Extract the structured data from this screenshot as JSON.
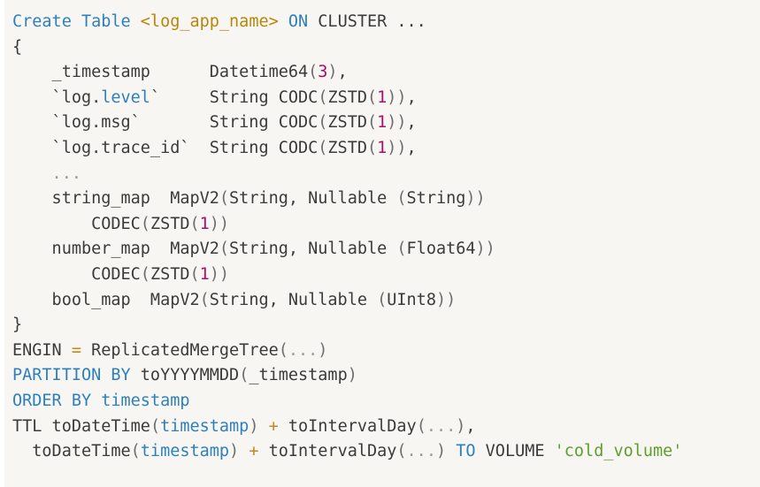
{
  "document": {
    "kind": "code-snippet",
    "language": "sql",
    "dialect": "ClickHouse DDL",
    "background_color": "#f7f6f2",
    "default_text_color": "#3b3b3b",
    "palette": {
      "keyword": "#2e80bd",
      "identifier": "#2e80bd",
      "placeholder": "#b8860b",
      "operator": "#c8861a",
      "number": "#aa0f63",
      "string": "#5f9e2f",
      "punctuation": "#6e6e6e",
      "dim": "#9a9a9a"
    },
    "plain_text": "Create Table <log_app_name> ON CLUSTER ...\n{\n    _timestamp      Datetime64(3),\n    `log.level`     String CODC(ZSTD(1)),\n    `log.msg`       String CODC(ZSTD(1)),\n    `log.trace_id`  String CODC(ZSTD(1)),\n    ...\n    string_map  MapV2(String, Nullable (String))\n        CODEC(ZSTD(1))\n    number_map  MapV2(String, Nullable (Float64))\n        CODEC(ZSTD(1))\n    bool_map  MapV2(String, Nullable (UInt8))\n}\nENGIN = ReplicatedMergeTree(...)\nPARTITION BY toYYYYMMDD(_timestamp)\nORDER BY timestamp\nTTL toDateTime(timestamp) + toIntervalDay(...),\n  toDateTime(timestamp) + toIntervalDay(...) TO VOLUME 'cold_volume'",
    "lines": [
      {
        "index": 0,
        "tokens": [
          {
            "t": "Create Table ",
            "c": "keyword"
          },
          {
            "t": "<log_app_name>",
            "c": "placeholder"
          },
          {
            "t": " ",
            "c": "plain"
          },
          {
            "t": "ON",
            "c": "keyword"
          },
          {
            "t": " CLUSTER ...",
            "c": "plain"
          }
        ]
      },
      {
        "index": 1,
        "tokens": [
          {
            "t": "{",
            "c": "plain"
          }
        ]
      },
      {
        "index": 2,
        "tokens": [
          {
            "t": "    _timestamp      Datetime64",
            "c": "plain"
          },
          {
            "t": "(",
            "c": "punct"
          },
          {
            "t": "3",
            "c": "number"
          },
          {
            "t": ")",
            "c": "punct"
          },
          {
            "t": ",",
            "c": "plain"
          }
        ]
      },
      {
        "index": 3,
        "tokens": [
          {
            "t": "    `log.",
            "c": "plain"
          },
          {
            "t": "level",
            "c": "ident"
          },
          {
            "t": "`     String CODC",
            "c": "plain"
          },
          {
            "t": "(",
            "c": "punct"
          },
          {
            "t": "ZSTD",
            "c": "plain"
          },
          {
            "t": "(",
            "c": "punct"
          },
          {
            "t": "1",
            "c": "number"
          },
          {
            "t": "))",
            "c": "punct"
          },
          {
            "t": ",",
            "c": "plain"
          }
        ]
      },
      {
        "index": 4,
        "tokens": [
          {
            "t": "    `log.msg`       String CODC",
            "c": "plain"
          },
          {
            "t": "(",
            "c": "punct"
          },
          {
            "t": "ZSTD",
            "c": "plain"
          },
          {
            "t": "(",
            "c": "punct"
          },
          {
            "t": "1",
            "c": "number"
          },
          {
            "t": "))",
            "c": "punct"
          },
          {
            "t": ",",
            "c": "plain"
          }
        ]
      },
      {
        "index": 5,
        "tokens": [
          {
            "t": "    `log.trace_id`  String CODC",
            "c": "plain"
          },
          {
            "t": "(",
            "c": "punct"
          },
          {
            "t": "ZSTD",
            "c": "plain"
          },
          {
            "t": "(",
            "c": "punct"
          },
          {
            "t": "1",
            "c": "number"
          },
          {
            "t": "))",
            "c": "punct"
          },
          {
            "t": ",",
            "c": "plain"
          }
        ]
      },
      {
        "index": 6,
        "tokens": [
          {
            "t": "    ...",
            "c": "dim"
          }
        ]
      },
      {
        "index": 7,
        "tokens": [
          {
            "t": "    string_map  MapV2",
            "c": "plain"
          },
          {
            "t": "(",
            "c": "punct"
          },
          {
            "t": "String, Nullable ",
            "c": "plain"
          },
          {
            "t": "(",
            "c": "punct"
          },
          {
            "t": "String",
            "c": "plain"
          },
          {
            "t": "))",
            "c": "punct"
          }
        ]
      },
      {
        "index": 8,
        "tokens": [
          {
            "t": "        CODEC",
            "c": "plain"
          },
          {
            "t": "(",
            "c": "punct"
          },
          {
            "t": "ZSTD",
            "c": "plain"
          },
          {
            "t": "(",
            "c": "punct"
          },
          {
            "t": "1",
            "c": "number"
          },
          {
            "t": "))",
            "c": "punct"
          }
        ]
      },
      {
        "index": 9,
        "tokens": [
          {
            "t": "    number_map  MapV2",
            "c": "plain"
          },
          {
            "t": "(",
            "c": "punct"
          },
          {
            "t": "String, Nullable ",
            "c": "plain"
          },
          {
            "t": "(",
            "c": "punct"
          },
          {
            "t": "Float64",
            "c": "plain"
          },
          {
            "t": "))",
            "c": "punct"
          }
        ]
      },
      {
        "index": 10,
        "tokens": [
          {
            "t": "        CODEC",
            "c": "plain"
          },
          {
            "t": "(",
            "c": "punct"
          },
          {
            "t": "ZSTD",
            "c": "plain"
          },
          {
            "t": "(",
            "c": "punct"
          },
          {
            "t": "1",
            "c": "number"
          },
          {
            "t": "))",
            "c": "punct"
          }
        ]
      },
      {
        "index": 11,
        "tokens": [
          {
            "t": "    bool_map  MapV2",
            "c": "plain"
          },
          {
            "t": "(",
            "c": "punct"
          },
          {
            "t": "String, Nullable ",
            "c": "plain"
          },
          {
            "t": "(",
            "c": "punct"
          },
          {
            "t": "UInt8",
            "c": "plain"
          },
          {
            "t": "))",
            "c": "punct"
          }
        ]
      },
      {
        "index": 12,
        "tokens": [
          {
            "t": "}",
            "c": "plain"
          }
        ]
      },
      {
        "index": 13,
        "tokens": [
          {
            "t": "ENGIN ",
            "c": "plain"
          },
          {
            "t": "=",
            "c": "operator"
          },
          {
            "t": " ReplicatedMergeTree",
            "c": "plain"
          },
          {
            "t": "(",
            "c": "punct"
          },
          {
            "t": "...",
            "c": "dim"
          },
          {
            "t": ")",
            "c": "punct"
          }
        ]
      },
      {
        "index": 14,
        "tokens": [
          {
            "t": "PARTITION BY",
            "c": "keyword"
          },
          {
            "t": " toYYYYMMDD",
            "c": "plain"
          },
          {
            "t": "(",
            "c": "punct"
          },
          {
            "t": "_timestamp",
            "c": "plain"
          },
          {
            "t": ")",
            "c": "punct"
          }
        ]
      },
      {
        "index": 15,
        "tokens": [
          {
            "t": "ORDER BY",
            "c": "keyword"
          },
          {
            "t": " ",
            "c": "plain"
          },
          {
            "t": "timestamp",
            "c": "ident"
          }
        ]
      },
      {
        "index": 16,
        "tokens": [
          {
            "t": "TTL toDateTime",
            "c": "plain"
          },
          {
            "t": "(",
            "c": "punct"
          },
          {
            "t": "timestamp",
            "c": "ident"
          },
          {
            "t": ")",
            "c": "punct"
          },
          {
            "t": " ",
            "c": "plain"
          },
          {
            "t": "+",
            "c": "operator"
          },
          {
            "t": " toIntervalDay",
            "c": "plain"
          },
          {
            "t": "(",
            "c": "punct"
          },
          {
            "t": "...",
            "c": "dim"
          },
          {
            "t": ")",
            "c": "punct"
          },
          {
            "t": ",",
            "c": "plain"
          }
        ]
      },
      {
        "index": 17,
        "tokens": [
          {
            "t": "  toDateTime",
            "c": "plain"
          },
          {
            "t": "(",
            "c": "punct"
          },
          {
            "t": "timestamp",
            "c": "ident"
          },
          {
            "t": ")",
            "c": "punct"
          },
          {
            "t": " ",
            "c": "plain"
          },
          {
            "t": "+",
            "c": "operator"
          },
          {
            "t": " toIntervalDay",
            "c": "plain"
          },
          {
            "t": "(",
            "c": "punct"
          },
          {
            "t": "...",
            "c": "dim"
          },
          {
            "t": ")",
            "c": "punct"
          },
          {
            "t": " ",
            "c": "plain"
          },
          {
            "t": "TO",
            "c": "keyword"
          },
          {
            "t": " VOLUME ",
            "c": "plain"
          },
          {
            "t": "'cold_volume'",
            "c": "string"
          }
        ]
      }
    ]
  }
}
